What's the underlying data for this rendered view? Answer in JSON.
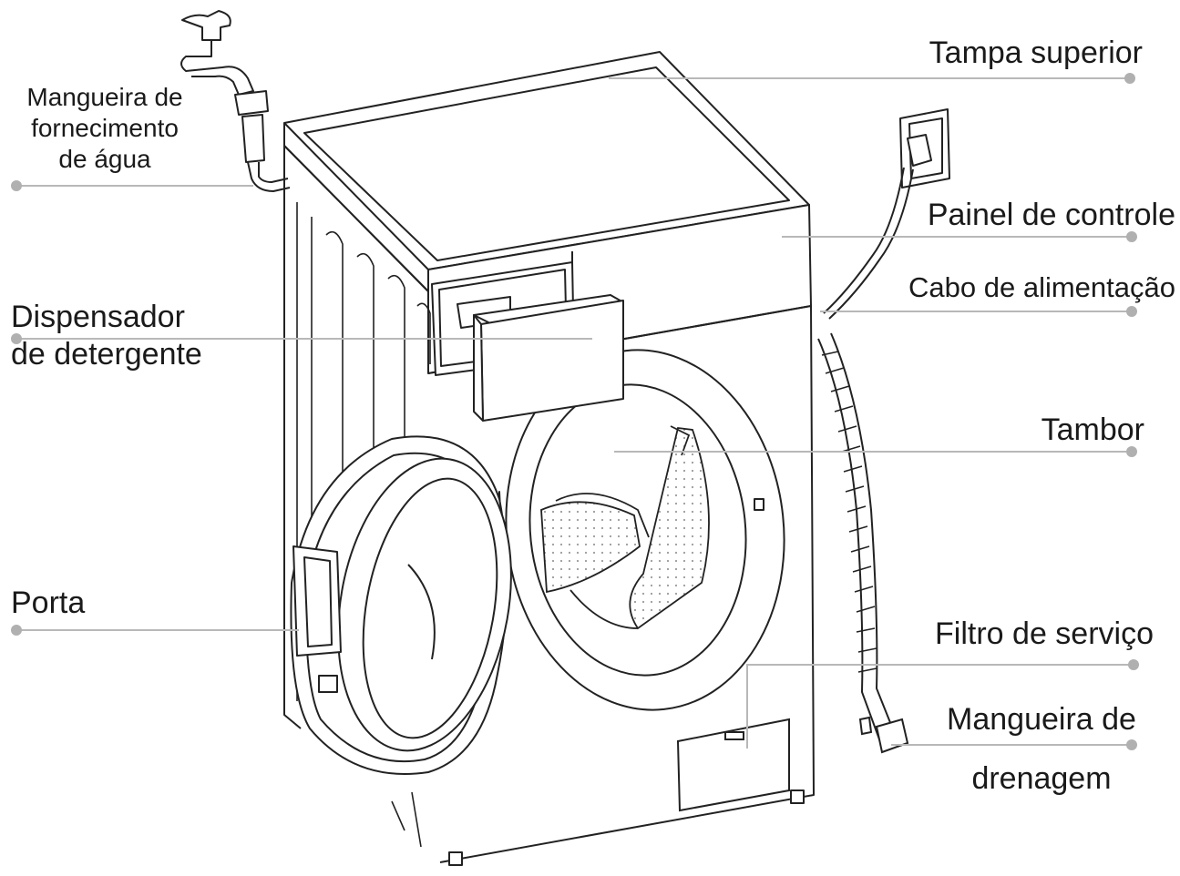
{
  "colors": {
    "outline": "#222222",
    "leader": "#b5b5b5",
    "dot": "#b0b0b0",
    "text": "#1a1a1a"
  },
  "labels": {
    "water_hose": [
      "Mangueira de",
      "fornecimento",
      "de água"
    ],
    "top_cover": "Tampa superior",
    "control_panel": "Painel de controle",
    "power_cord": "Cabo de alimentação",
    "dispenser": [
      "Dispensador",
      "de detergente"
    ],
    "drum": "Tambor",
    "door": "Porta",
    "service_filter": "Filtro de serviço",
    "drain_hose": [
      "Mangueira de",
      "drenagem"
    ]
  }
}
